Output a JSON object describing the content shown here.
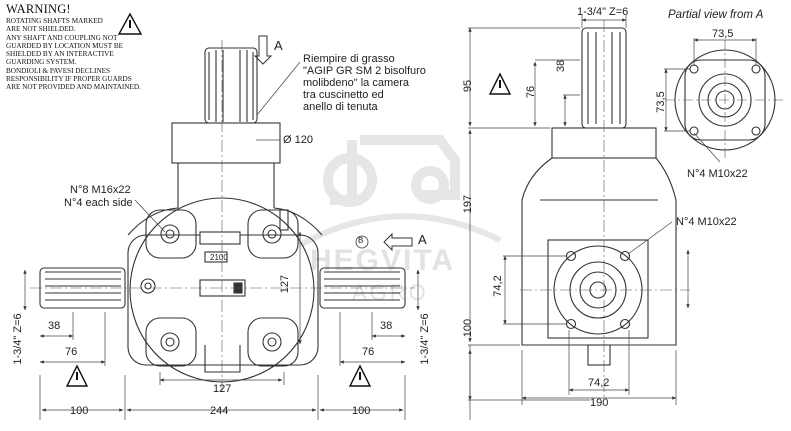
{
  "warning": {
    "title": "WARNING!",
    "lines": [
      "ROTATING SHAFTS MARKED",
      "ARE NOT SHIELDED.",
      "ANY SHAFT AND COUPLING NOT",
      "GUARDED BY LOCATION MUST BE",
      "SHIELDED BY AN INTERACTIVE",
      "GUARDING SYSTEM.",
      "BONDIOLI & PAVESI DECLINES",
      "RESPONSIBILITY IF PROPER GUARDS",
      "ARE NOT PROVIDED AND MAINTAINED."
    ]
  },
  "note": {
    "lines": [
      "Riempire di grasso",
      "\"AGIP GR SM 2 bisolfuro",
      "molibdeno\" la camera",
      "tra cuscinetto ed",
      "anello di tenuta"
    ]
  },
  "views": {
    "a": "A",
    "b": "B",
    "partial": "Partial view from A"
  },
  "callouts": {
    "bolts_side_1": "N°8 M16x22",
    "bolts_side_2": "N°4 each side",
    "bolts_m10_top": "N°4 M10x22",
    "bolts_m10_side": "N°4 M10x22",
    "diameter": "Ø 120",
    "plate_ratio": "2100"
  },
  "dims": {
    "spline": "1-3/4\" Z=6",
    "d38": "38",
    "d76": "76",
    "d100": "100",
    "d127": "127",
    "d244": "244",
    "d95": "95",
    "d197": "197",
    "d742": "74,2",
    "d190": "190",
    "d735": "73,5"
  },
  "watermark": {
    "brand": "HEGVITA",
    "sub": "AGRO"
  },
  "colors": {
    "line": "#333333",
    "dim": "#444444",
    "watermark": "#e4e4e4"
  },
  "icons": [
    "warning-triangle-icon",
    "view-arrow-icon",
    "tractor-watermark-icon"
  ]
}
